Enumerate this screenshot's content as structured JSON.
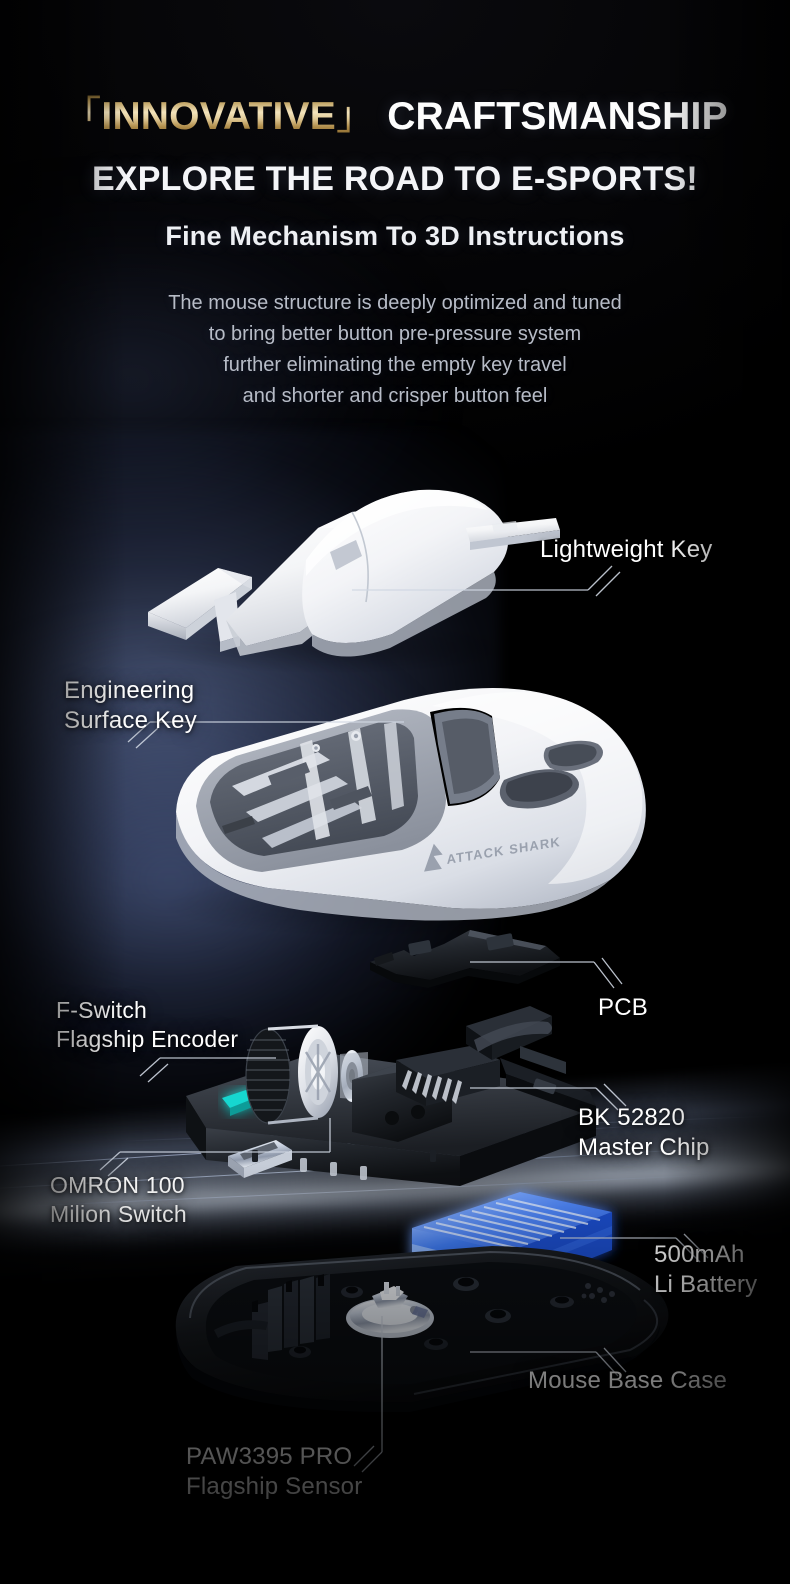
{
  "headline": {
    "bracket_open": "「",
    "highlight": "INNOVATIVE",
    "bracket_close": "」",
    "rest": "CRAFTSMANSHIP",
    "subtitle": "EXPLORE THE ROAD TO E-SPORTS!",
    "tagline": "Fine Mechanism To 3D Instructions"
  },
  "description": {
    "line1": "The mouse structure is deeply optimized and tuned",
    "line2": "to bring better button pre-pressure system",
    "line3": "further eliminating the empty key travel",
    "line4": "and shorter and crisper button feel"
  },
  "brand": {
    "name": "ATTACK SHARK"
  },
  "callouts": [
    {
      "id": "lightweight-key",
      "line1": "Lightweight Key",
      "line2": ""
    },
    {
      "id": "engineering-surface-key",
      "line1": "Engineering",
      "line2": "Surface Key"
    },
    {
      "id": "pcb",
      "line1": "PCB",
      "line2": ""
    },
    {
      "id": "f-switch",
      "line1": "F-Switch",
      "line2": "Flagship Encoder"
    },
    {
      "id": "bk-master-chip",
      "line1": "BK 52820",
      "line2": "Master Chip"
    },
    {
      "id": "omron-switch",
      "line1": "OMRON 100",
      "line2": "Milion Switch"
    },
    {
      "id": "li-battery",
      "line1": "500mAh",
      "line2": "Li Battery"
    },
    {
      "id": "mouse-base-case",
      "line1": "Mouse Base Case",
      "line2": ""
    },
    {
      "id": "paw-sensor",
      "line1": "PAW3395 PRO",
      "line2": "Flagship Sensor"
    }
  ],
  "colors": {
    "background": "#000000",
    "gold_highlight": "#f3e4bd",
    "gold_deep": "#6b5020",
    "heading_white": "#fdfdfd",
    "body_text": "#b7bcc7",
    "label_white": "#ffffff",
    "glow_blue": "#7488ba",
    "battery_blue": "#2f6cf0",
    "switch_teal": "#16d7d0",
    "shell_white": "#f2f3f5",
    "internal_black": "#16181c"
  }
}
